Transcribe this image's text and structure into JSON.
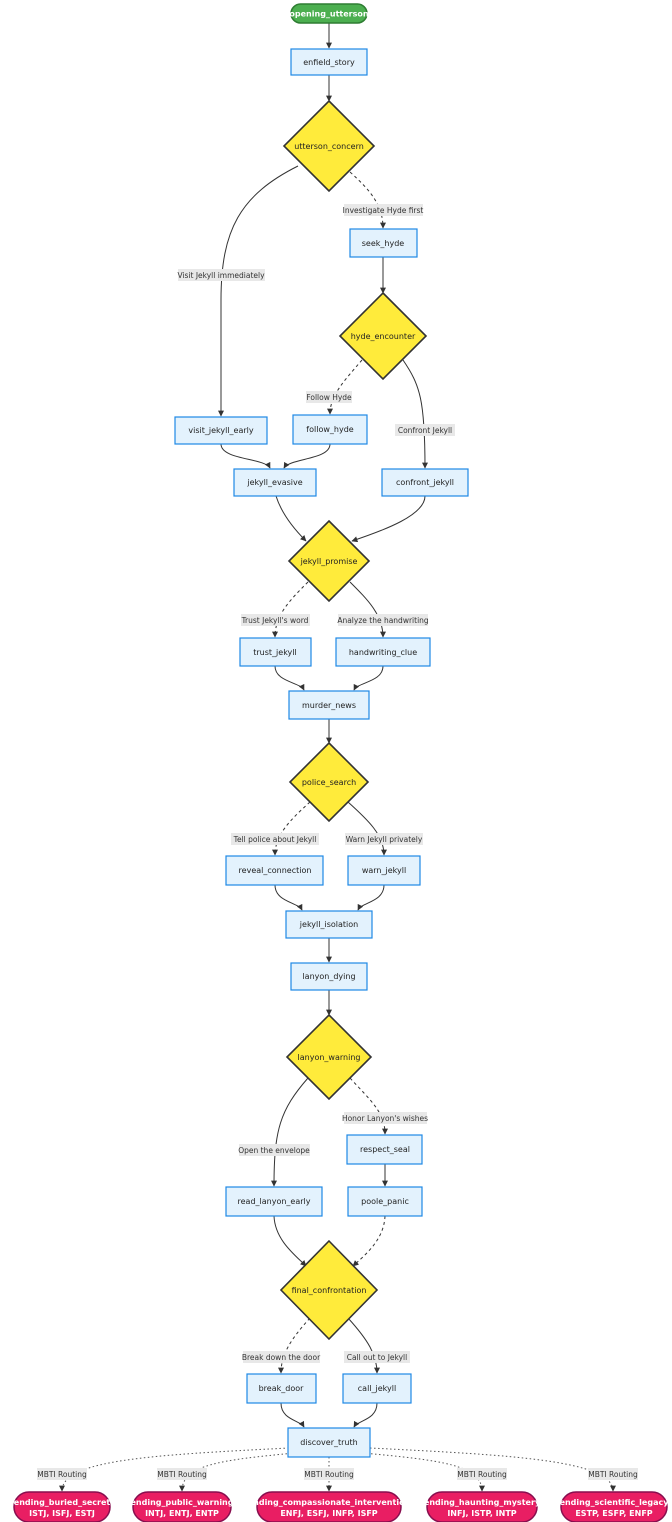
{
  "start": {
    "label": "opening_utterson"
  },
  "steps": {
    "enfield_story": "enfield_story",
    "seek_hyde": "seek_hyde",
    "visit_jekyll_early": "visit_jekyll_early",
    "follow_hyde": "follow_hyde",
    "jekyll_evasive": "jekyll_evasive",
    "confront_jekyll": "confront_jekyll",
    "trust_jekyll": "trust_jekyll",
    "handwriting_clue": "handwriting_clue",
    "murder_news": "murder_news",
    "reveal_connection": "reveal_connection",
    "warn_jekyll": "warn_jekyll",
    "jekyll_isolation": "jekyll_isolation",
    "lanyon_dying": "lanyon_dying",
    "respect_seal": "respect_seal",
    "read_lanyon_early": "read_lanyon_early",
    "poole_panic": "poole_panic",
    "break_door": "break_door",
    "call_jekyll": "call_jekyll",
    "discover_truth": "discover_truth"
  },
  "decisions": {
    "utterson_concern": "utterson_concern",
    "hyde_encounter": "hyde_encounter",
    "jekyll_promise": "jekyll_promise",
    "police_search": "police_search",
    "lanyon_warning": "lanyon_warning",
    "final_confrontation": "final_confrontation"
  },
  "edge_labels": {
    "investigate_hyde": "Investigate Hyde first",
    "visit_jekyll": "Visit Jekyll immediately",
    "follow_hyde": "Follow Hyde",
    "confront_jekyll": "Confront Jekyll",
    "trust_word": "Trust Jekyll's word",
    "analyze_handwriting": "Analyze the handwriting",
    "tell_police": "Tell police about Jekyll",
    "warn_privately": "Warn Jekyll privately",
    "honor_wishes": "Honor Lanyon's wishes",
    "open_envelope": "Open the envelope",
    "break_down": "Break down the door",
    "call_out": "Call out to Jekyll",
    "mbti_routing": "MBTI Routing"
  },
  "endings": [
    {
      "name": "ending_buried_secret",
      "types": "ISTJ, ISFJ, ESTJ"
    },
    {
      "name": "ending_public_warning",
      "types": "INTJ, ENTJ, ENTP"
    },
    {
      "name": "ending_compassionate_intervention",
      "types": "ENFJ, ESFJ, INFP, ISFP"
    },
    {
      "name": "ending_haunting_mystery",
      "types": "INFJ, ISTP, INTP"
    },
    {
      "name": "ending_scientific_legacy",
      "types": "ESTP, ESFP, ENFP"
    }
  ],
  "colors": {
    "step_fill": "#e3f2fd",
    "step_border": "#1e88e5",
    "decision_fill": "#ffeb3b",
    "start_fill": "#4caf50",
    "ending_fill": "#e91e63"
  }
}
